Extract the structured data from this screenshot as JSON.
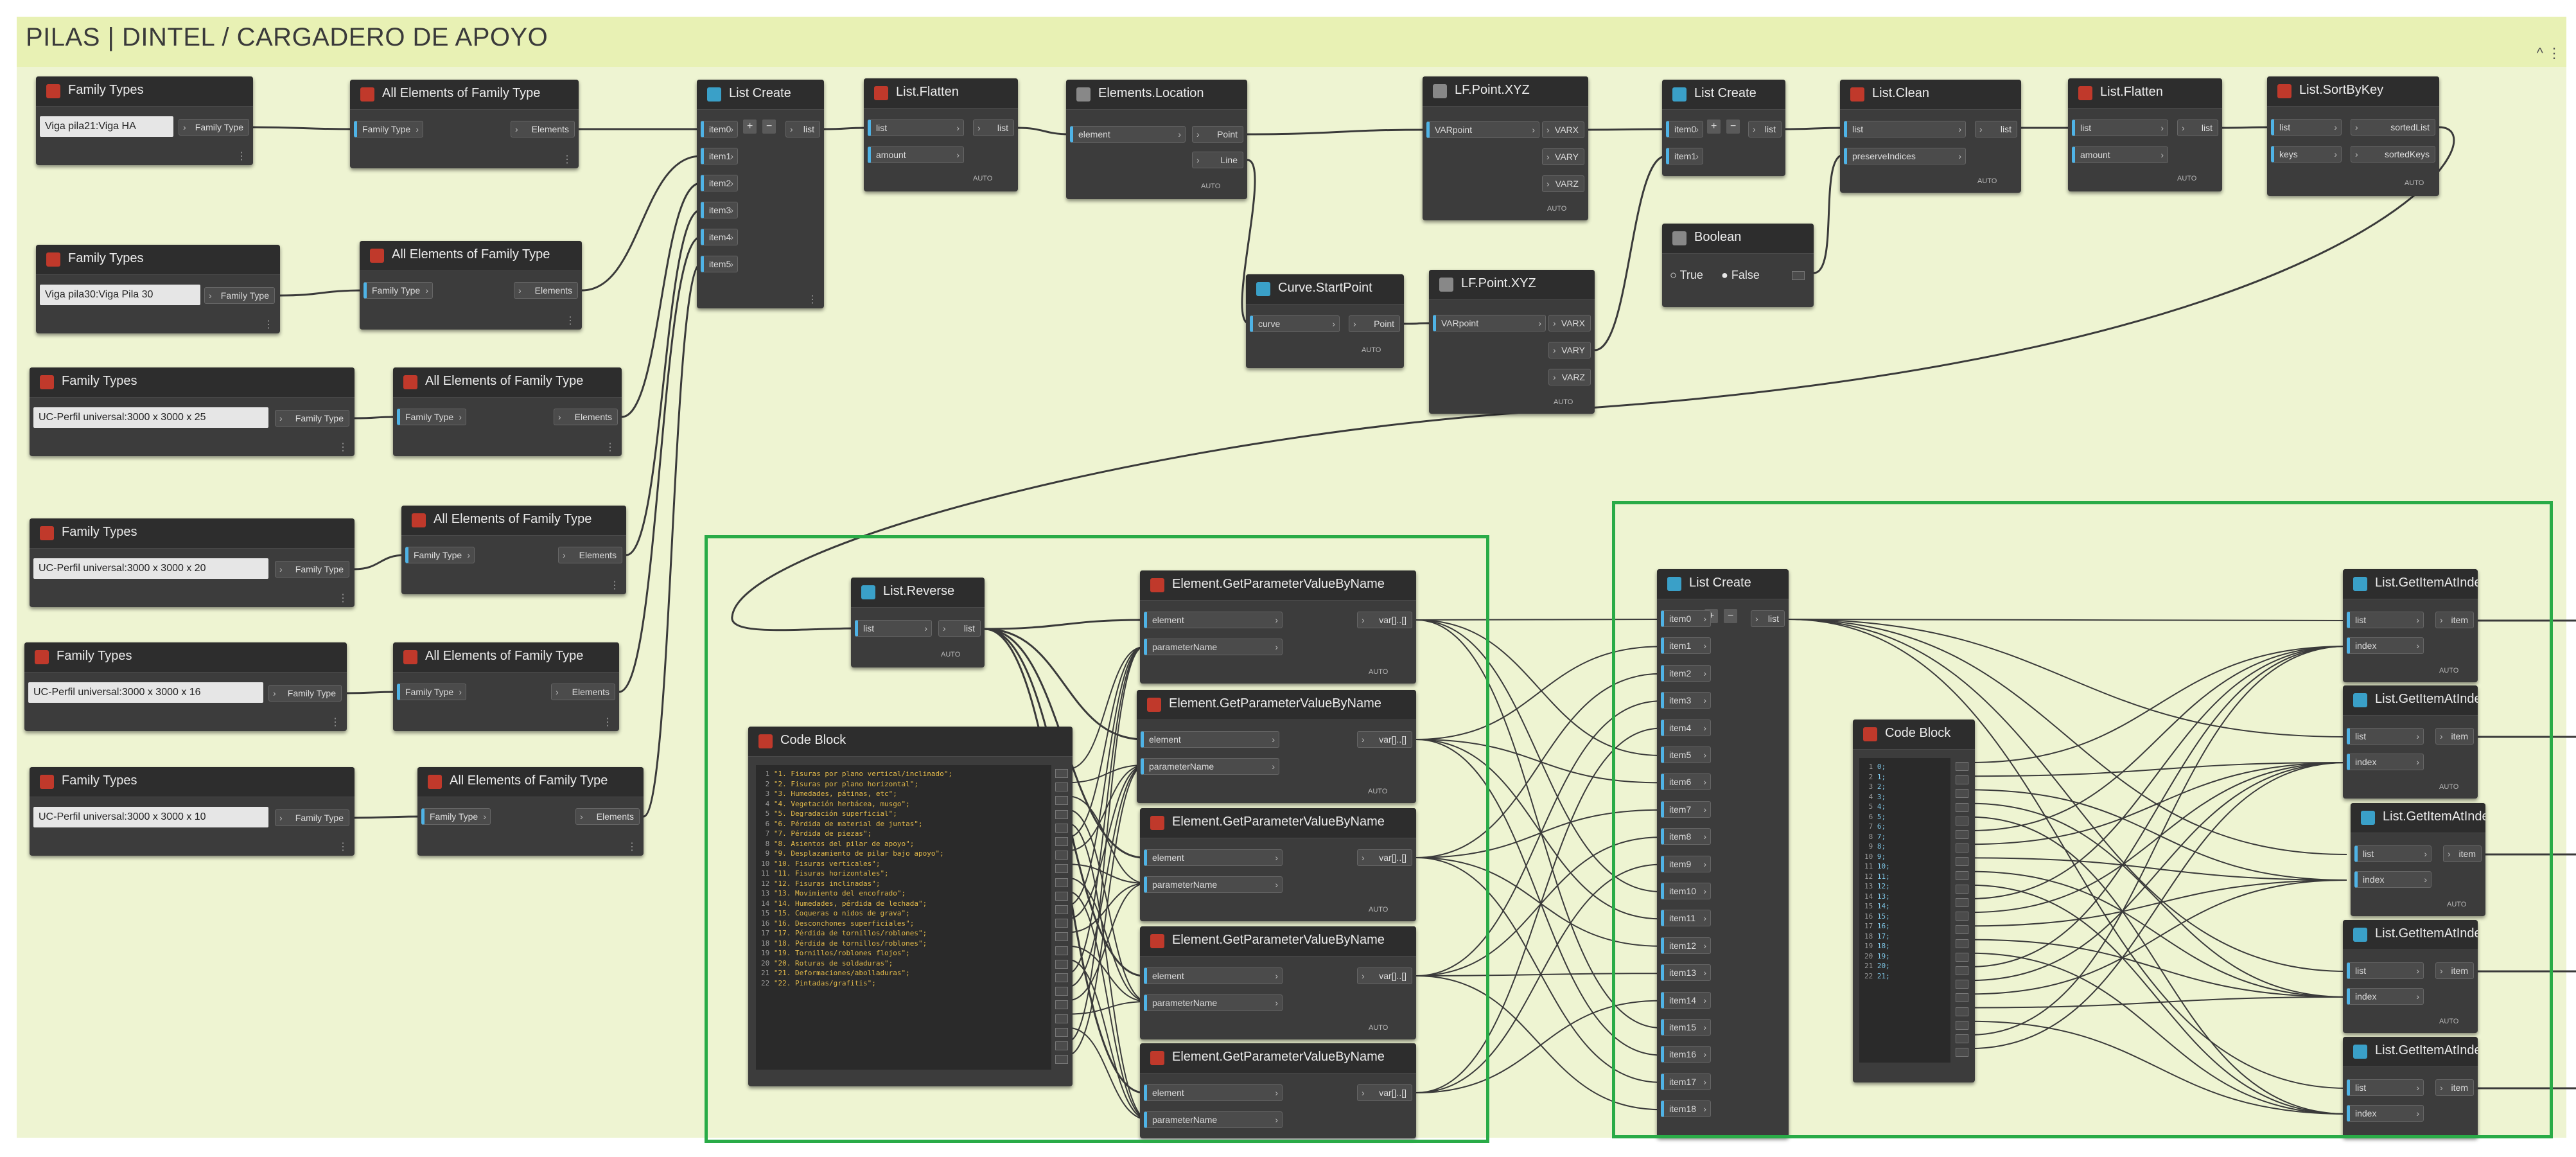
{
  "group": {
    "title": "PILAS | DINTEL / CARGADERO DE APOYO",
    "collapse_glyph": "^ ⋮"
  },
  "colors": {
    "group_bg": "#eef4d2",
    "group_header": "#e8f1b4",
    "node_body": "#3c3c3c",
    "wire": "#3a3a3a",
    "highlight": "#29ab47",
    "input_marker": "#4fb3e6",
    "code_text": "#e2b94a"
  },
  "labels": {
    "family_type_port": "Family Type",
    "elements_port": "Elements",
    "list_port": "list",
    "lace_auto": "AUTO",
    "element_port": "element",
    "parameter_name_port": "parameterName",
    "var_port": "var[]..[]",
    "index_port": "index",
    "item_port": "item",
    "plus": "+",
    "minus": "−",
    "more": "⋮"
  },
  "family_types": [
    {
      "title": "Family Types",
      "value": "Viga pila21:Viga HA"
    },
    {
      "title": "Family Types",
      "value": "Viga pila30:Viga Pila 30"
    },
    {
      "title": "Family Types",
      "value": "UC-Perfil universal:3000 x 3000 x 25"
    },
    {
      "title": "Family Types",
      "value": "UC-Perfil universal:3000 x 3000 x 20"
    },
    {
      "title": "Family Types",
      "value": "UC-Perfil universal:3000 x 3000 x 16"
    },
    {
      "title": "Family Types",
      "value": "UC-Perfil universal:3000 x 3000 x 10"
    }
  ],
  "all_elements_title": "All Elements of Family Type",
  "list_create_1": {
    "title": "List Create",
    "items": [
      "item0",
      "item1",
      "item2",
      "item3",
      "item4",
      "item5"
    ]
  },
  "list_flatten_1": {
    "title": "List.Flatten",
    "inputs": [
      "list",
      "amount"
    ]
  },
  "elements_location": {
    "title": "Elements.Location",
    "input": "element",
    "outputs": [
      "Point",
      "Line"
    ]
  },
  "lf_point_xyz_1": {
    "title": "LF.Point.XYZ",
    "input": "VARpoint",
    "outputs": [
      "VARX",
      "VARY",
      "VARZ"
    ]
  },
  "list_create_2": {
    "title": "List Create",
    "items": [
      "item0",
      "item1"
    ]
  },
  "list_clean": {
    "title": "List.Clean",
    "inputs": [
      "list",
      "preserveIndices"
    ]
  },
  "list_flatten_2": {
    "title": "List.Flatten",
    "inputs": [
      "list",
      "amount"
    ]
  },
  "list_sortbykey": {
    "title": "List.SortByKey",
    "inputs": [
      "list",
      "keys"
    ],
    "outputs": [
      "sortedList",
      "sortedKeys"
    ]
  },
  "boolean": {
    "title": "Boolean",
    "true_label": "True",
    "false_label": "False",
    "selected": "False"
  },
  "curve_startpoint": {
    "title": "Curve.StartPoint",
    "input": "curve",
    "output": "Point"
  },
  "lf_point_xyz_2": {
    "title": "LF.Point.XYZ",
    "input": "VARpoint",
    "outputs": [
      "VARX",
      "VARY",
      "VARZ"
    ]
  },
  "list_reverse": {
    "title": "List.Reverse"
  },
  "get_param_title": "Element.GetParameterValueByName",
  "code_block_1": {
    "title": "Code Block",
    "lines": [
      "\"1. Fisuras por plano vertical/inclinado\";",
      "\"2. Fisuras por plano horizontal\";",
      "\"3. Humedades, pátinas, etc\";",
      "\"4. Vegetación herbácea, musgo\";",
      "\"5. Degradación superficial\";",
      "\"6. Pérdida de material de juntas\";",
      "\"7. Pérdida de piezas\";",
      "\"8. Asientos del pilar de apoyo\";",
      "\"9. Desplazamiento de pilar bajo apoyo\";",
      "\"10. Fisuras verticales\";",
      "\"11. Fisuras horizontales\";",
      "\"12. Fisuras inclinadas\";",
      "\"13. Movimiento del encofrado\";",
      "\"14. Humedades, pérdida de lechada\";",
      "\"15. Coqueras o nidos de grava\";",
      "\"16. Desconchones superficiales\";",
      "\"17. Pérdida de tornillos/roblones\";",
      "\"18. Pérdida de tornillos/roblones\";",
      "\"19. Tornillos/roblones flojos\";",
      "\"20. Roturas de soldaduras\";",
      "\"21. Deformaciones/abolladuras\";",
      "\"22. Pintadas/grafitis\";"
    ]
  },
  "list_create_3": {
    "title": "List Create",
    "items": [
      "item0",
      "item1",
      "item2",
      "item3",
      "item4",
      "item5",
      "item6",
      "item7",
      "item8",
      "item9",
      "item10",
      "item11",
      "item12",
      "item13",
      "item14",
      "item15",
      "item16",
      "item17",
      "item18"
    ]
  },
  "code_block_2": {
    "title": "Code Block",
    "lines": [
      "0;",
      "1;",
      "2;",
      "3;",
      "4;",
      "5;",
      "6;",
      "7;",
      "8;",
      "9;",
      "10;",
      "11;",
      "12;",
      "13;",
      "14;",
      "15;",
      "16;",
      "17;",
      "18;",
      "19;",
      "20;",
      "21;"
    ]
  },
  "get_item_title": "List.GetItemAtIndex"
}
